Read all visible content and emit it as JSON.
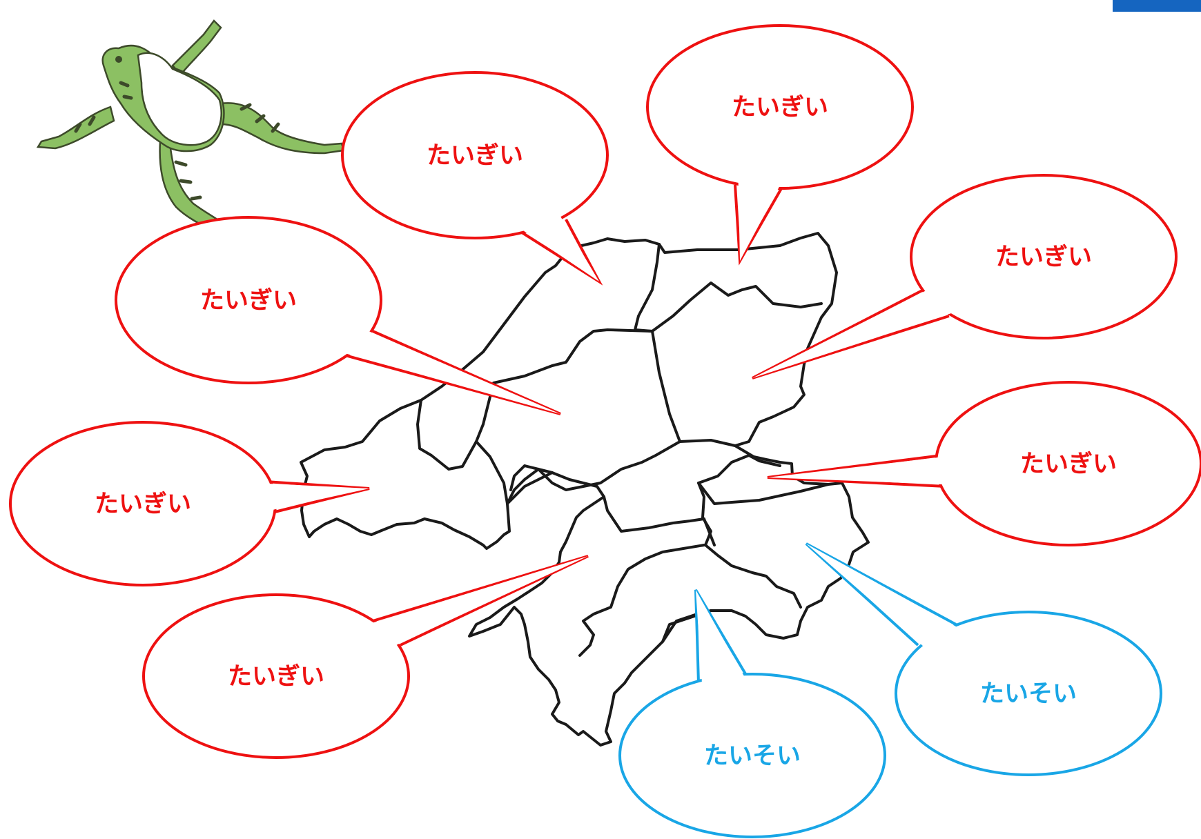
{
  "colors": {
    "background": "#ffffff",
    "map_outline": "#1a1a1a",
    "red_bubble": "#ee1111",
    "blue_bubble": "#19a6e6",
    "corner_tab": "#1565c0",
    "frog_green": "#8cc063",
    "frog_dark": "#3d4a2a"
  },
  "icons": {
    "frog": "frog-illustration",
    "map": "ward-boundary-map"
  },
  "callouts": [
    {
      "id": "top-center",
      "text": "たいぎい",
      "tone": "red"
    },
    {
      "id": "top-right",
      "text": "たいぎい",
      "tone": "red"
    },
    {
      "id": "right-upper",
      "text": "たいぎい",
      "tone": "red"
    },
    {
      "id": "left-upper",
      "text": "たいぎい",
      "tone": "red"
    },
    {
      "id": "right-middle",
      "text": "たいぎい",
      "tone": "red"
    },
    {
      "id": "left-middle",
      "text": "たいぎい",
      "tone": "red"
    },
    {
      "id": "left-lower",
      "text": "たいぎい",
      "tone": "red"
    },
    {
      "id": "bottom-right",
      "text": "たいそい",
      "tone": "blue"
    },
    {
      "id": "bottom-center",
      "text": "たいそい",
      "tone": "blue"
    }
  ]
}
